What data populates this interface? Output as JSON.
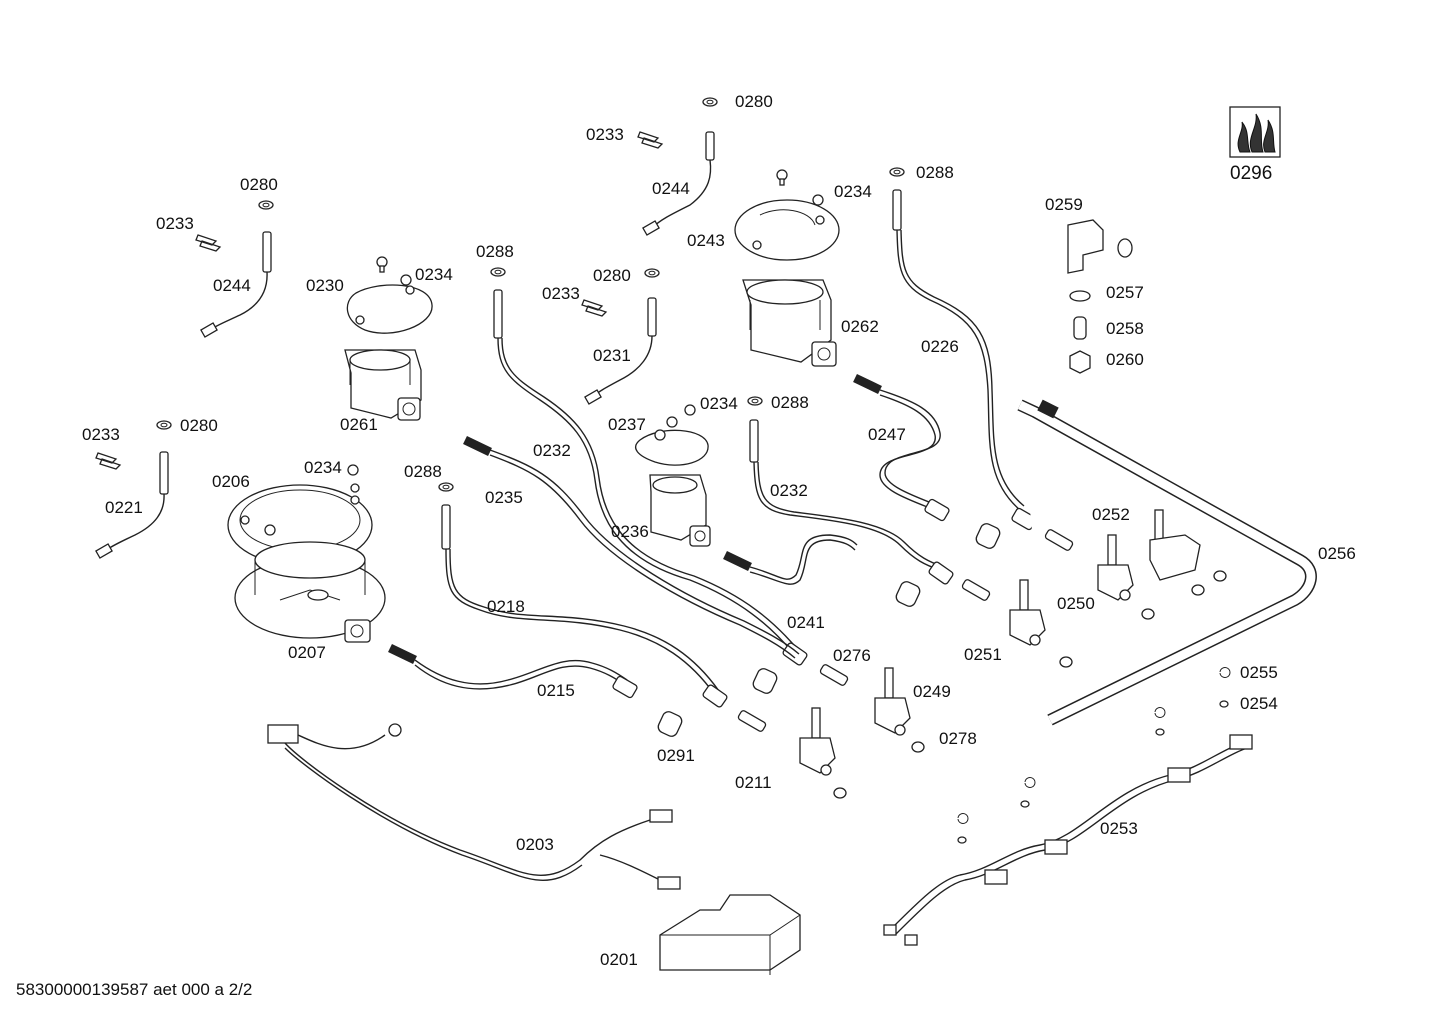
{
  "footer_text": "58300000139587 aet 000 a 2/2",
  "labels": {
    "p0280a": "0280",
    "p0233a": "0233",
    "p0244a": "0244",
    "p0280b": "0280",
    "p0233b": "0233",
    "p0244b": "0244",
    "p0230": "0230",
    "p0234a": "0234",
    "p0288a": "0288",
    "p0233c": "0233",
    "p0280c": "0280",
    "p0231": "0231",
    "p0243": "0243",
    "p0234b": "0234",
    "p0288b": "0288",
    "p0262": "0262",
    "p0226": "0226",
    "p0259": "0259",
    "p0257": "0257",
    "p0258": "0258",
    "p0260": "0260",
    "p0296": "0296",
    "p0261": "0261",
    "p0233d": "0233",
    "p0280d": "0280",
    "p0221": "0221",
    "p0206": "0206",
    "p0234c": "0234",
    "p0288c": "0288",
    "p0235": "0235",
    "p0232a": "0232",
    "p0237": "0237",
    "p0234d": "0234",
    "p0288d": "0288",
    "p0247": "0247",
    "p0232b": "0232",
    "p0236": "0236",
    "p0252": "0252",
    "p0256": "0256",
    "p0250": "0250",
    "p0218": "0218",
    "p0241": "0241",
    "p0251": "0251",
    "p0207": "0207",
    "p0276": "0276",
    "p0215": "0215",
    "p0249": "0249",
    "p0255": "0255",
    "p0254": "0254",
    "p0278": "0278",
    "p0291": "0291",
    "p0211": "0211",
    "p0203": "0203",
    "p0253": "0253",
    "p0201": "0201"
  },
  "icons": {
    "flame_logo": "gas-flame-icon"
  }
}
